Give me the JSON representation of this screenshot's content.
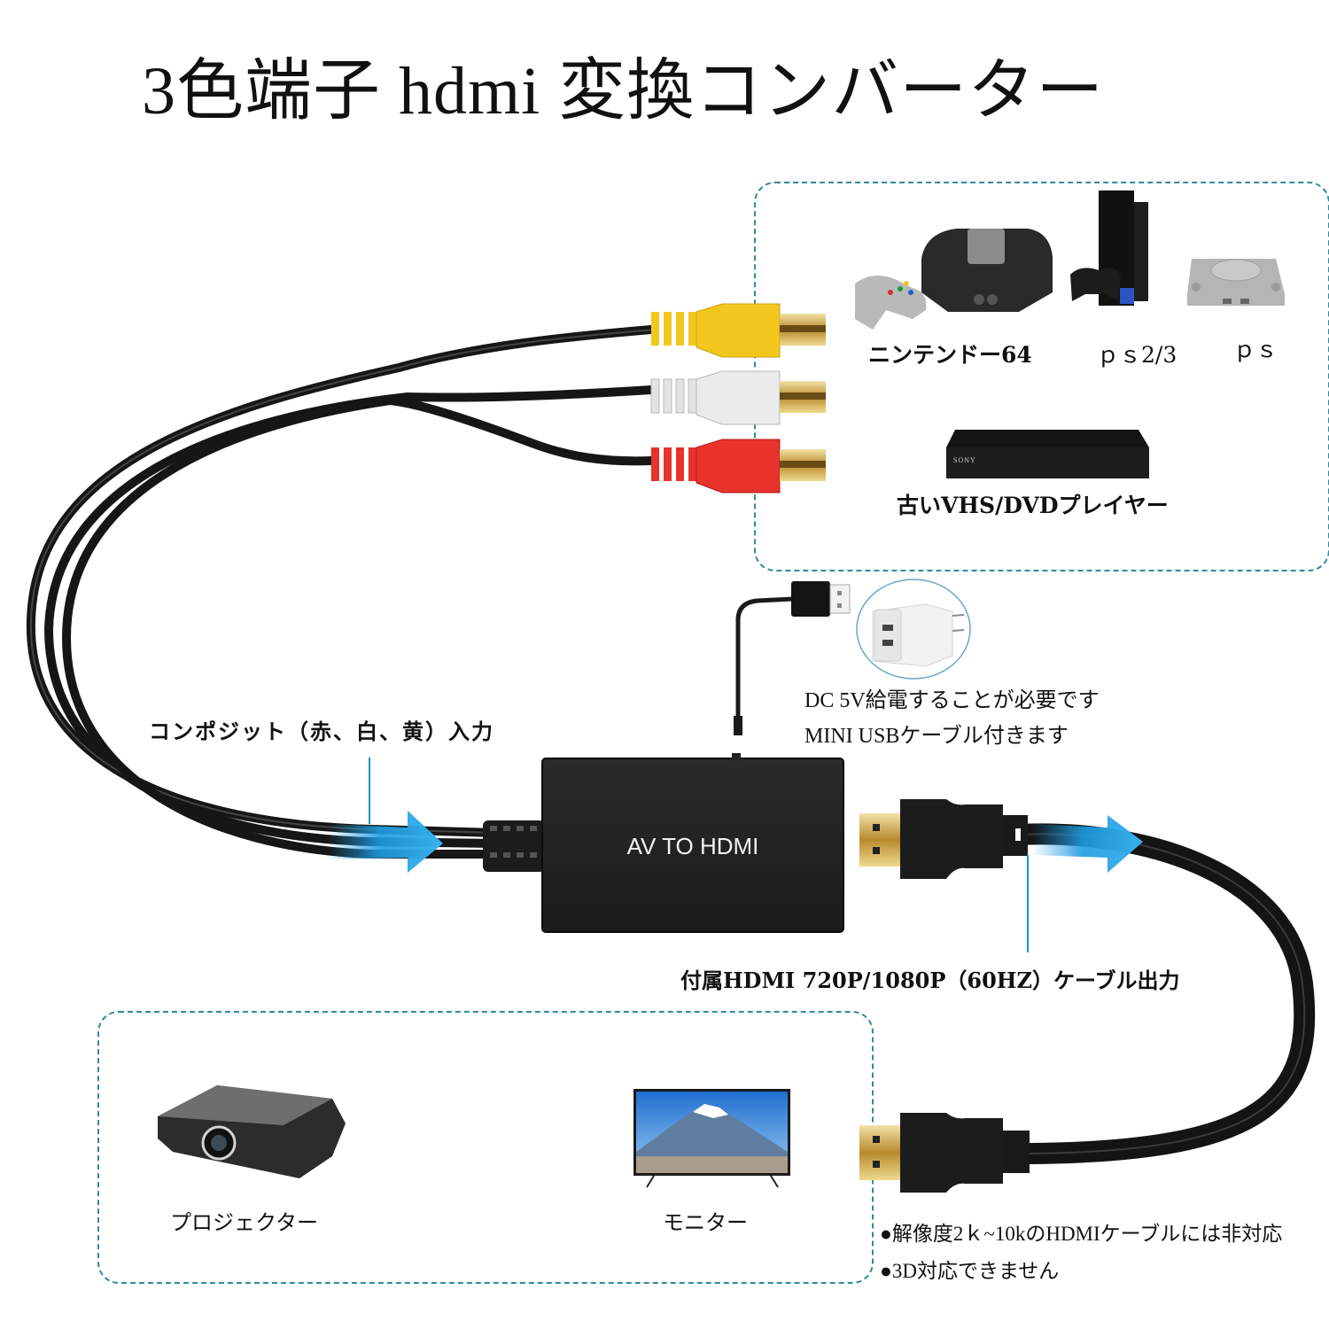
{
  "title": "3色端子 hdmi 変換コンバーター",
  "source_devices": {
    "items": [
      {
        "icon": "nintendo64-console-icon",
        "label": "ニンテンドー64"
      },
      {
        "icon": "ps2-console-icon",
        "label": "ｐｓ2/3"
      },
      {
        "icon": "ps1-console-icon",
        "label": "ｐｓ"
      },
      {
        "icon": "dvd-player-icon",
        "label": "古いVHS/DVDプレイヤー"
      }
    ]
  },
  "rca_connectors": [
    {
      "color_name": "yellow",
      "color": "#f2c81e"
    },
    {
      "color_name": "white",
      "color": "#e6e6e6"
    },
    {
      "color_name": "red",
      "color": "#e8322c"
    }
  ],
  "composite_input_label": "コンポジット（赤、白、黄）入力",
  "converter": {
    "label": "AV TO HDMI"
  },
  "power": {
    "line1": "DC 5V給電することが必要です",
    "line2": "MINI USBケーブル付きます"
  },
  "hdmi_output_label": "付属HDMI 720P/1080P（60HZ）ケーブル出力",
  "output_devices": {
    "items": [
      {
        "icon": "projector-icon",
        "label": "プロジェクター"
      },
      {
        "icon": "monitor-icon",
        "label": "モニター"
      }
    ]
  },
  "notes": [
    "●解像度2ｋ~10kのHDMIケーブルには非対応",
    "●3D対応できません"
  ],
  "colors": {
    "accent_arrow": "#1e9be0",
    "dashed_border": "#2f8aa0",
    "cable": "#1a1a1a",
    "gold": "#c9a24a"
  }
}
